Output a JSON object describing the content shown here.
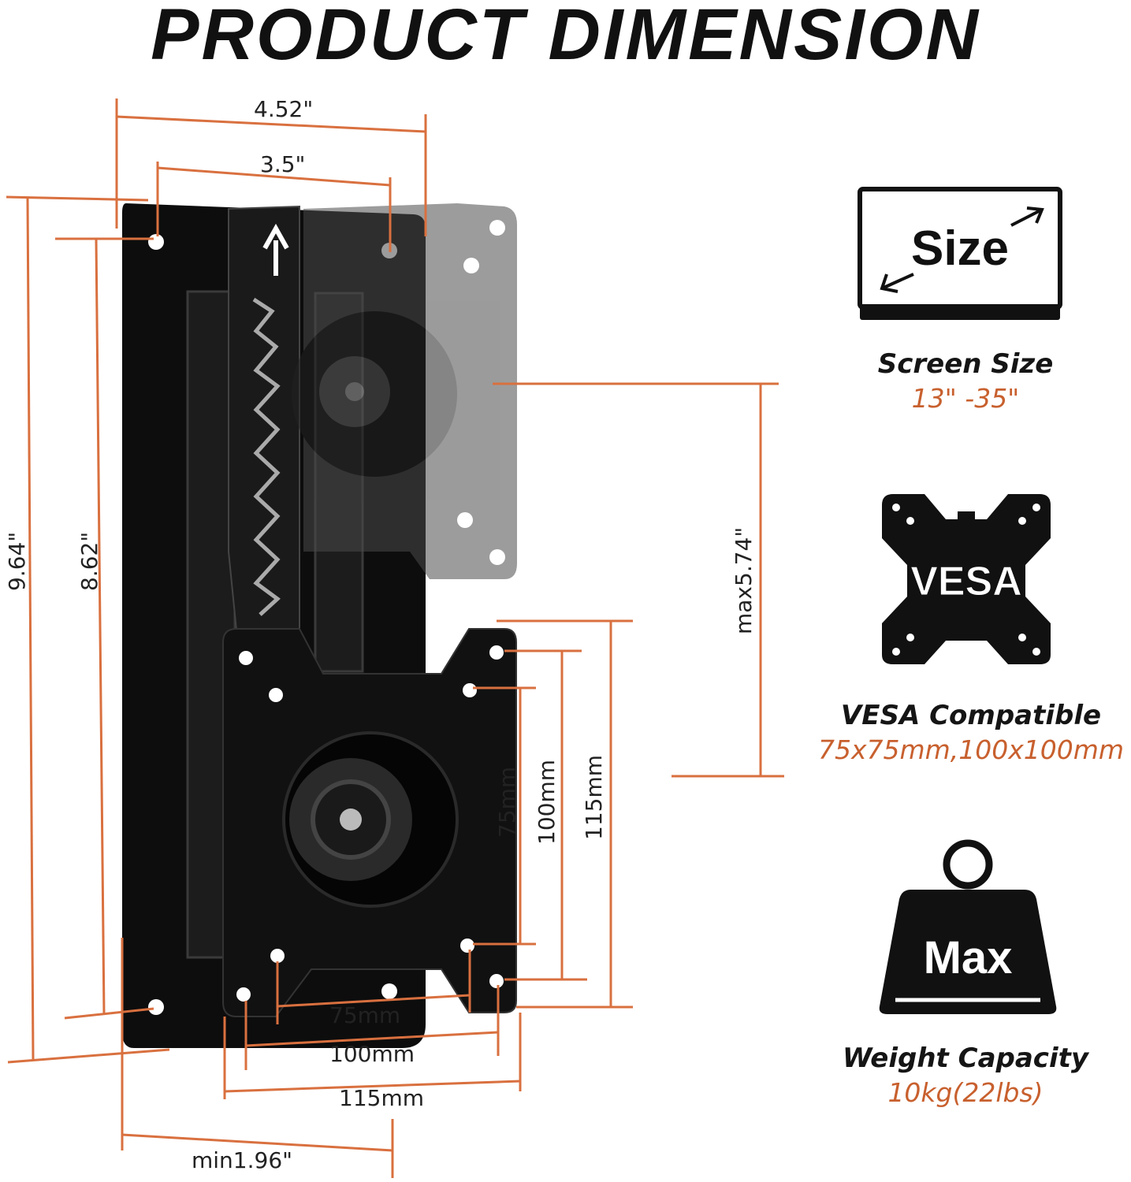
{
  "title": "PRODUCT DIMENSION",
  "dimensions": {
    "top_width": "4.52\"",
    "inner_width": "3.5\"",
    "total_height": "9.64\"",
    "inner_height": "8.62\"",
    "max_travel": "max5.74\"",
    "hole_75_v": "75mm",
    "hole_100_v": "100mm",
    "hole_115_v": "115mm",
    "hole_75_h": "75mm",
    "hole_100_h": "100mm",
    "hole_115_h": "115mm",
    "min_width": "min1.96\""
  },
  "specs": [
    {
      "label": "Screen Size",
      "value": "13\" -35\"",
      "icon_text": "Size",
      "icon": "monitor-size-icon"
    },
    {
      "label": "VESA Compatible",
      "value": "75x75mm,100x100mm",
      "icon_text": "VESA",
      "icon": "vesa-plate-icon"
    },
    {
      "label": "Weight Capacity",
      "value": "10kg(22lbs)",
      "icon_text": "Max",
      "icon": "weight-icon"
    }
  ],
  "colors": {
    "dimension_line": "#d9703f",
    "accent_text": "#c8602e",
    "plate": "#0d0d0d"
  }
}
